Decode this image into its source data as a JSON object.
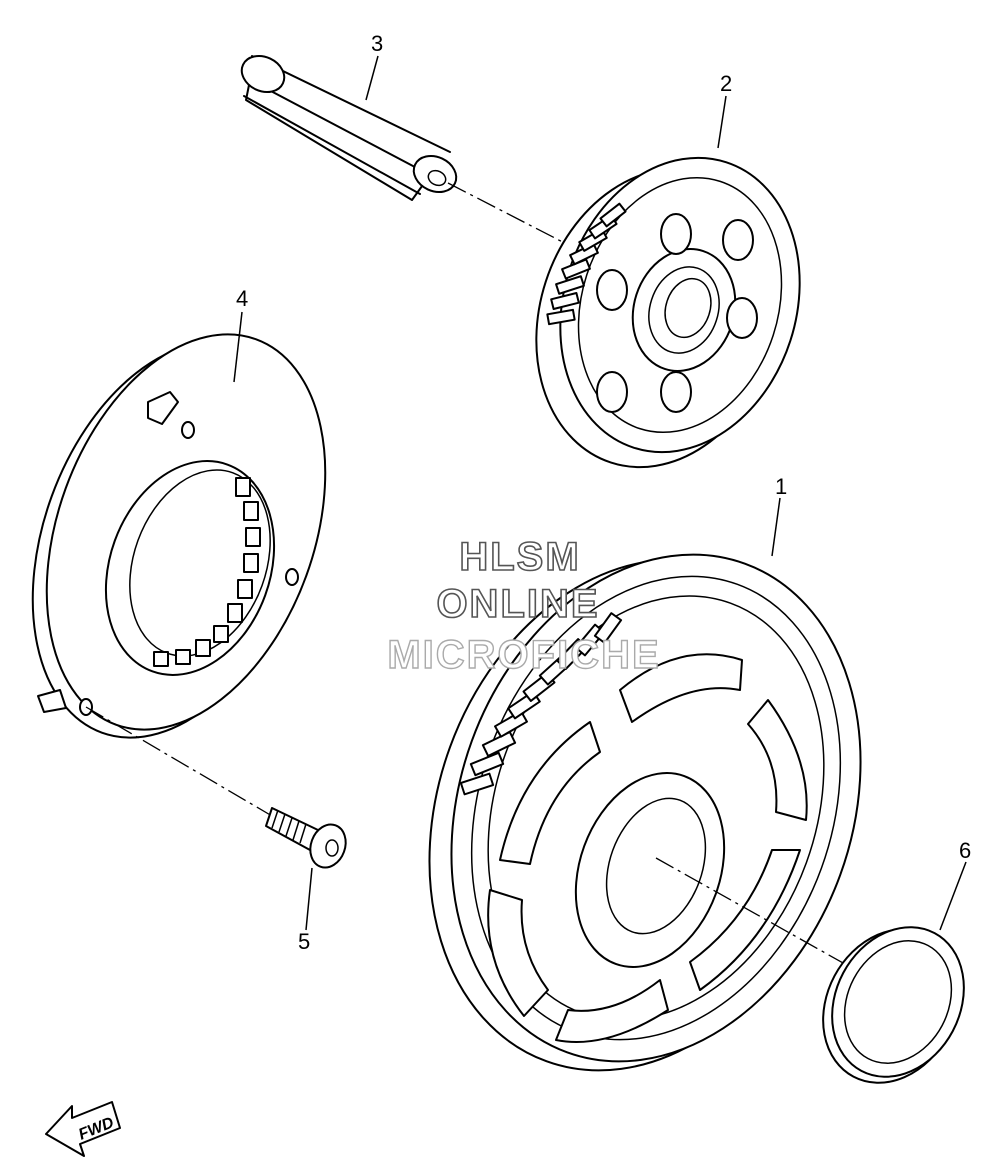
{
  "callouts": {
    "part1": "1",
    "part2": "2",
    "part3": "3",
    "part4": "4",
    "part5": "5",
    "part6": "6"
  },
  "watermark": {
    "line1": "HLSM",
    "line2": "ONLINE",
    "line3": "MICROFICHE"
  },
  "direction": {
    "label": "FWD"
  }
}
